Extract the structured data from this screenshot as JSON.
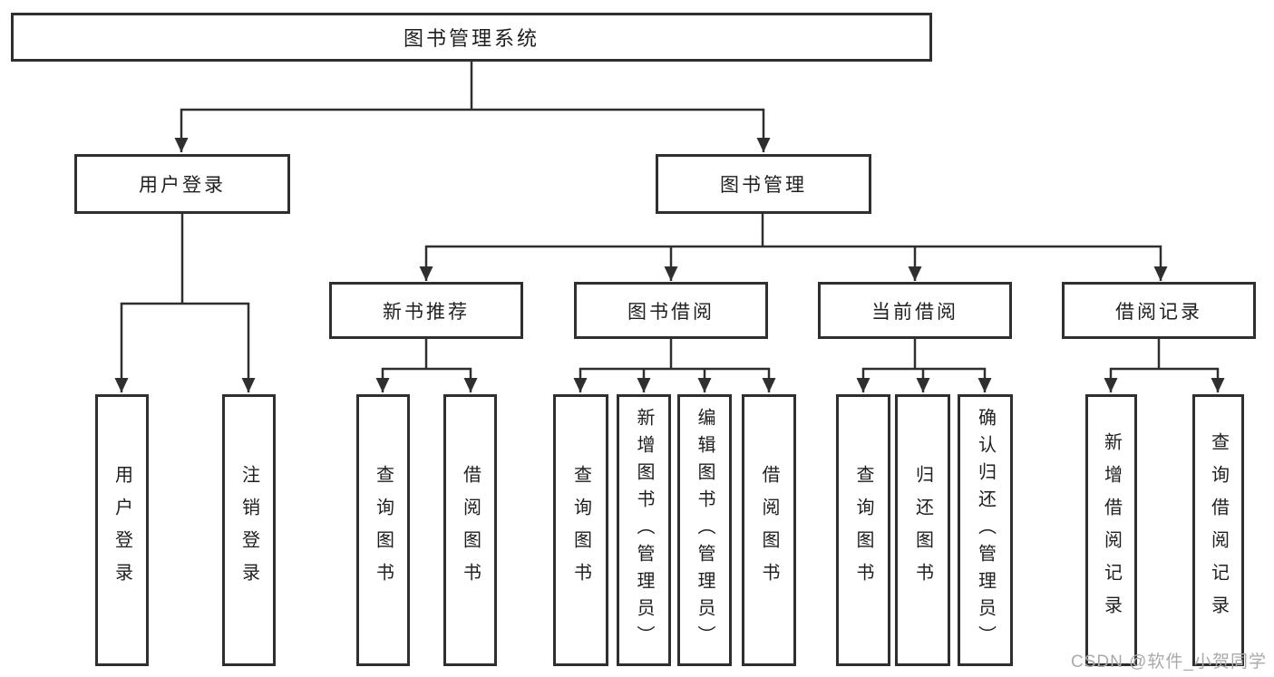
{
  "tree": {
    "root": "图书管理系统",
    "branches": [
      {
        "label": "用户登录",
        "children": [
          "用户登录",
          "注销登录"
        ]
      },
      {
        "label": "图书管理",
        "children": [
          {
            "label": "新书推荐",
            "children": [
              "查询图书",
              "借阅图书"
            ]
          },
          {
            "label": "图书借阅",
            "children": [
              "查询图书",
              "新增图书（管理员）",
              "编辑图书（管理员）",
              "借阅图书"
            ]
          },
          {
            "label": "当前借阅",
            "children": [
              "查询图书",
              "归还图书",
              "确认归还（管理员）"
            ]
          },
          {
            "label": "借阅记录",
            "children": [
              "新增借阅记录",
              "查询借阅记录"
            ]
          }
        ]
      }
    ]
  },
  "watermark": "CSDN @软件_小贺同学",
  "colors": {
    "line": "#2f2f2f",
    "box_border": "#2f2f2f",
    "box_fill": "#ffffff",
    "text": "#1f1f1f",
    "watermark": "#aaaaaa",
    "background": "#ffffff"
  }
}
